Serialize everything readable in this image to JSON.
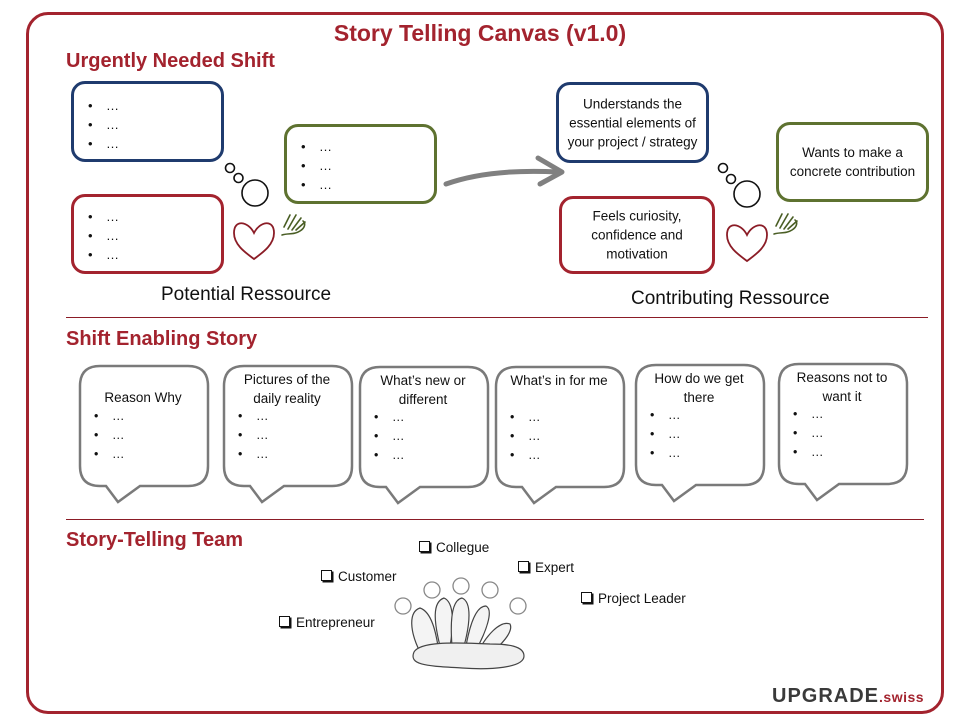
{
  "title": "Story Telling Canvas (v1.0)",
  "colors": {
    "accent": "#a3232e",
    "blue": "#1f3b6e",
    "green": "#5e7230",
    "gray": "#7a7a7a"
  },
  "urgent_shift": {
    "heading": "Urgently Needed Shift",
    "potential": {
      "thinking_box": [
        "…",
        "…",
        "…"
      ],
      "feeling_box": [
        "…",
        "…",
        "…"
      ],
      "acting_box": [
        "…",
        "…",
        "…"
      ],
      "label": "Potential Ressource"
    },
    "contributing": {
      "thinking_box": "Understands the essential elements of your project / strategy",
      "feeling_box": "Feels curiosity, confidence and motivation",
      "acting_box": "Wants to make a concrete contribution",
      "label": "Contributing Ressource"
    },
    "icons": [
      "thought-bubble-icon",
      "heart-icon",
      "hand-icon",
      "arrow-right-icon"
    ]
  },
  "story": {
    "heading": "Shift Enabling Story",
    "bubbles": [
      {
        "title": "Reason Why",
        "items": [
          "…",
          "…",
          "…"
        ]
      },
      {
        "title": "Pictures of the daily reality",
        "items": [
          "…",
          "…",
          "…"
        ]
      },
      {
        "title": "What’s new or different",
        "items": [
          "…",
          "…",
          "…"
        ]
      },
      {
        "title": "What’s in for me",
        "items": [
          "…",
          "…",
          "…"
        ]
      },
      {
        "title": "How do we get there",
        "items": [
          "…",
          "…",
          "…"
        ]
      },
      {
        "title": "Reasons not to want it",
        "items": [
          "…",
          "…",
          "…"
        ]
      }
    ]
  },
  "team": {
    "heading": "Story-Telling Team",
    "members": [
      {
        "label": "Collegue",
        "checked": false
      },
      {
        "label": "Customer",
        "checked": false
      },
      {
        "label": "Expert",
        "checked": false
      },
      {
        "label": "Project Leader",
        "checked": false
      },
      {
        "label": "Entrepreneur",
        "checked": false
      }
    ]
  },
  "logo": {
    "main": "UPGRADE",
    "suffix": ".swiss"
  }
}
